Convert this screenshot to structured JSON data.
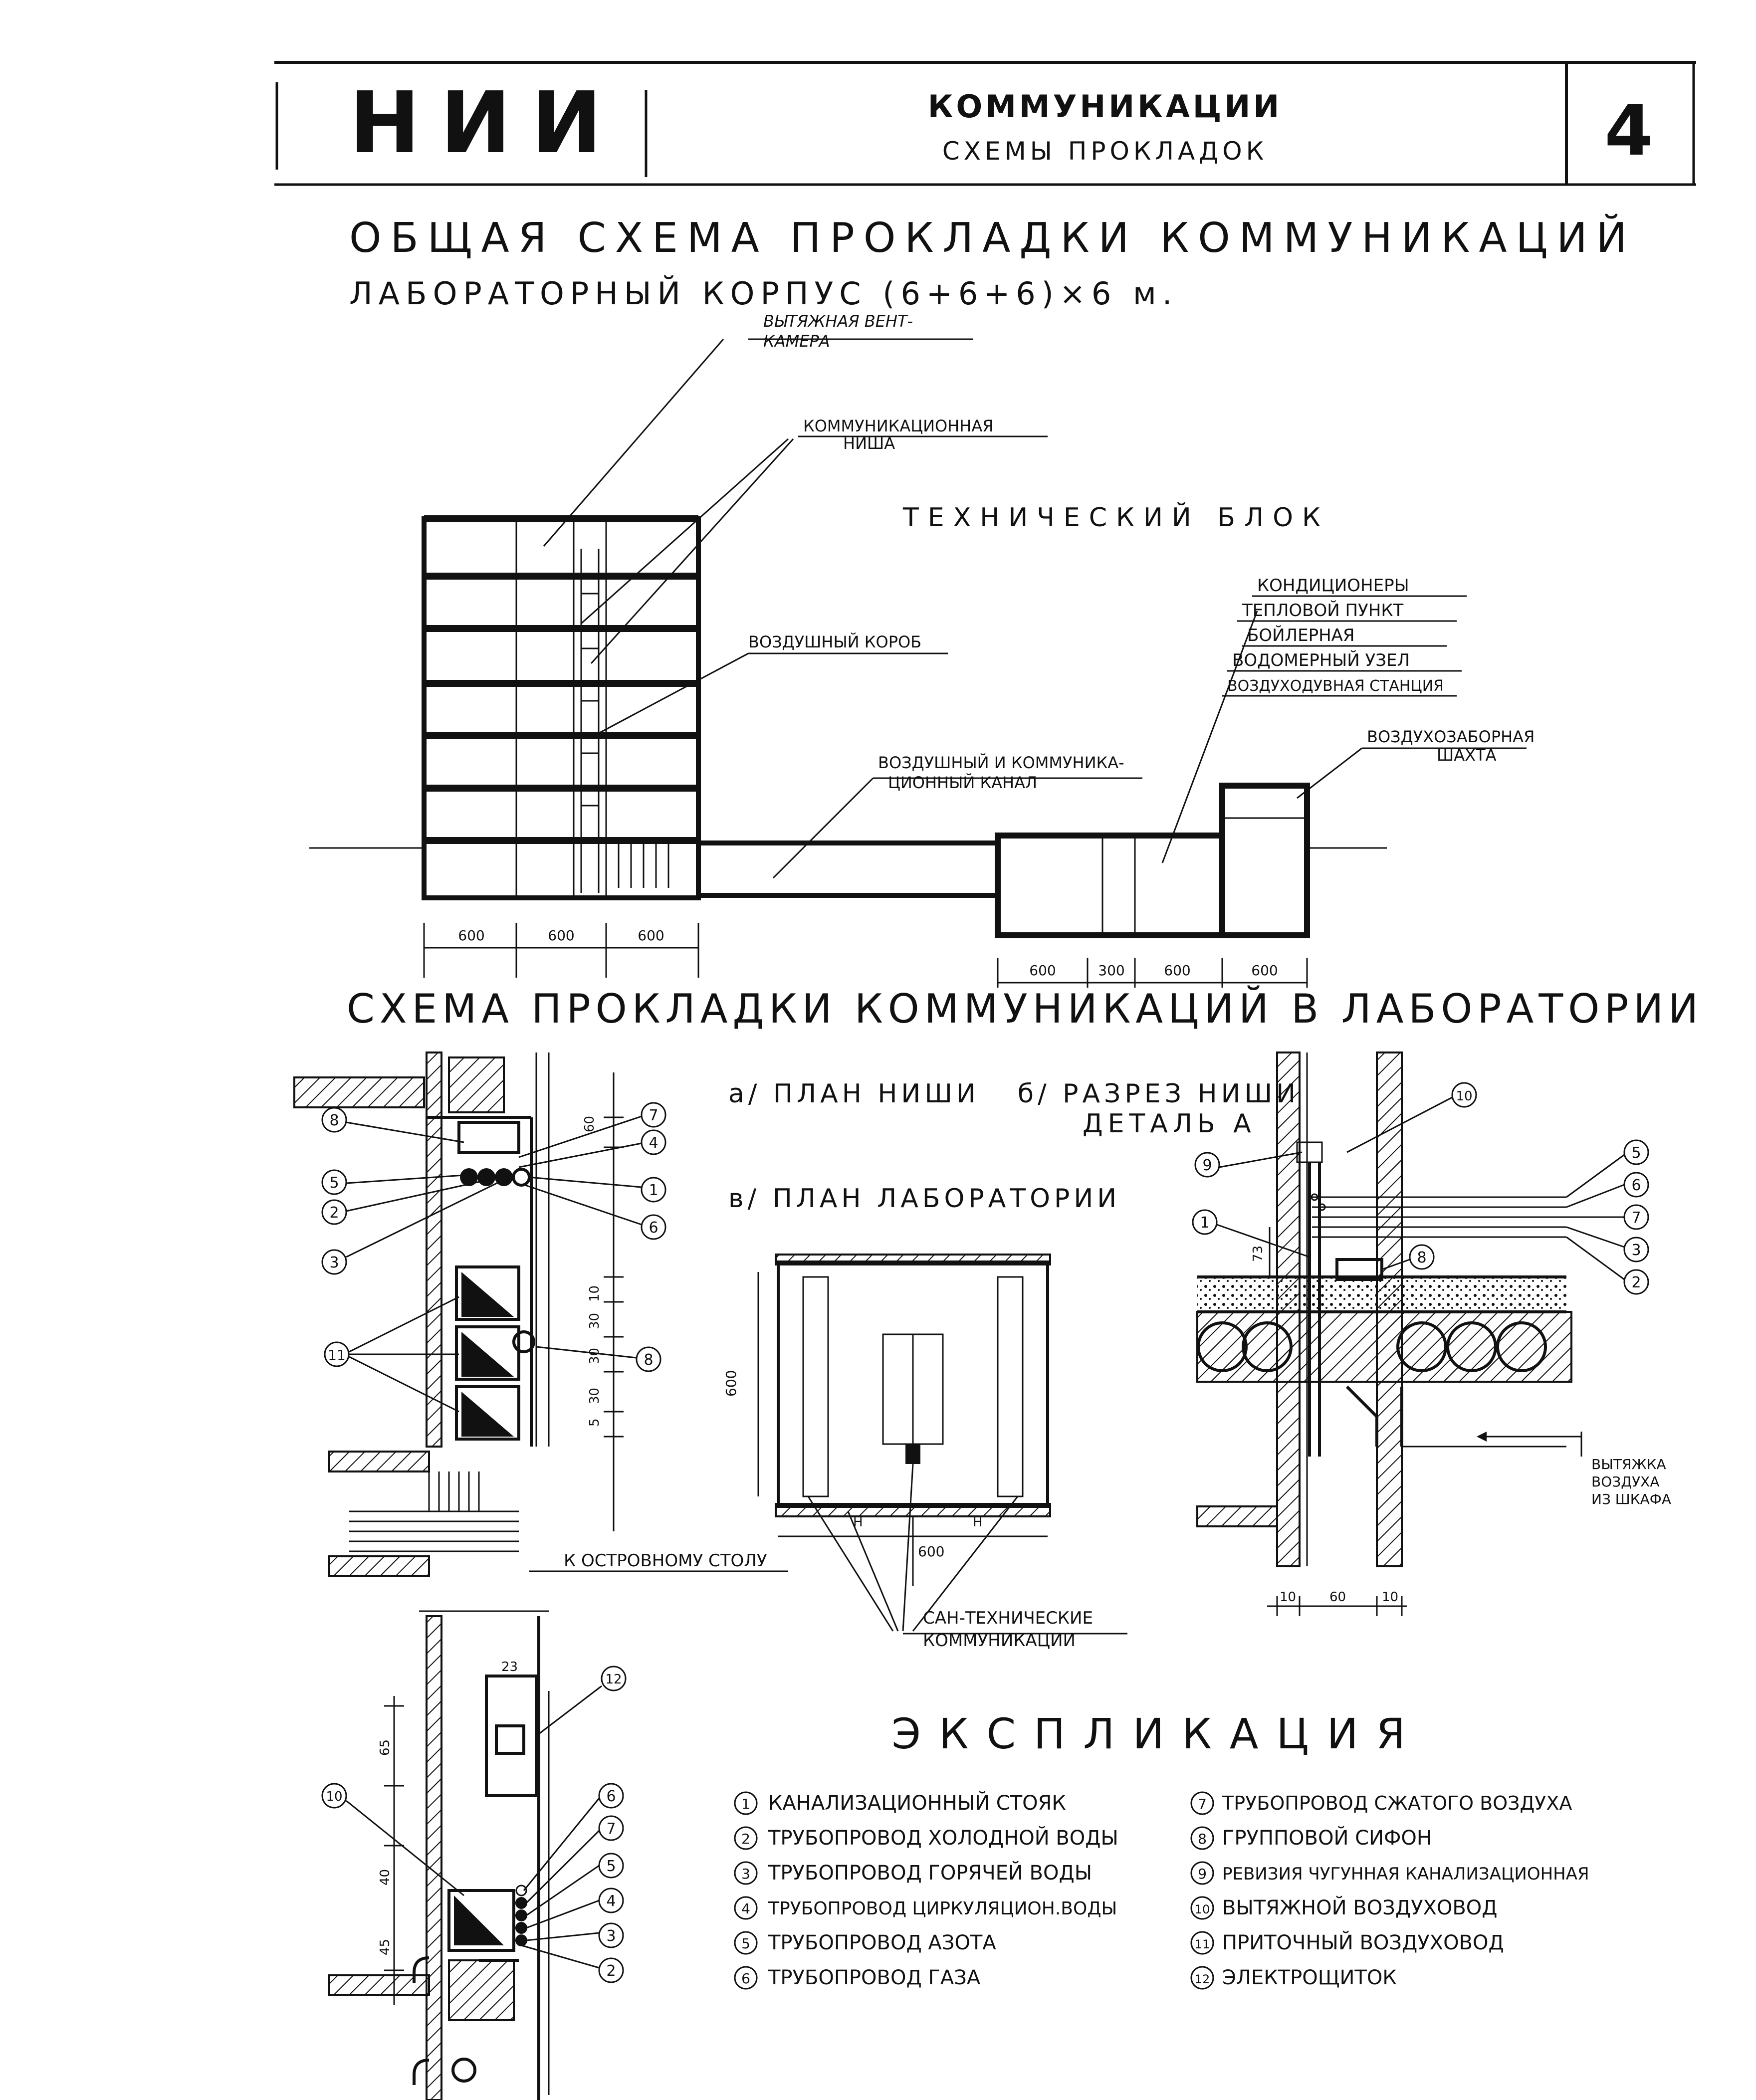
{
  "header": {
    "org": "НИИ",
    "title": "КОММУНИКАЦИИ",
    "subtitle": "СХЕМЫ ПРОКЛАДОК",
    "sheet_number": "4"
  },
  "section1": {
    "title": "ОБЩАЯ СХЕМА ПРОКЛАДКИ КОММУНИКАЦИЙ",
    "subtitle": "ЛАБОРАТОРНЫЙ КОРПУС (6+6+6)×6 м.",
    "tech_block": "ТЕХНИЧЕСКИЙ БЛОК",
    "labels": {
      "vent1": "ВЫТЯЖНАЯ ВЕНТ-",
      "vent2": "КАМЕРА",
      "niche1": "КОММУНИКАЦИОННАЯ",
      "niche2": "НИША",
      "duct": "ВОЗДУШНЫЙ КОРОБ",
      "channel1": "ВОЗДУШНЫЙ И КОММУНИКА-",
      "channel2": "ЦИОННЫЙ КАНАЛ",
      "intake1": "ВОЗДУХОЗАБОРНАЯ",
      "intake2": "ШАХТА"
    },
    "tech_items": [
      "КОНДИЦИОНЕРЫ",
      "ТЕПЛОВОЙ ПУНКТ",
      "БОЙЛЕРНАЯ",
      "ВОДОМЕРНЫЙ УЗЕЛ",
      "ВОЗДУХОДУВНАЯ СТАНЦИЯ"
    ],
    "dims_building": [
      "600",
      "600",
      "600"
    ],
    "dims_tech": [
      "600",
      "300",
      "600",
      "600"
    ]
  },
  "section2": {
    "title": "СХЕМА ПРОКЛАДКИ КОММУНИКАЦИЙ В ЛАБОРАТОРИИ",
    "view_a": "а/ ПЛАН НИШИ",
    "view_b1": "б/ РАЗРЕЗ НИШИ",
    "view_b2": "ДЕТАЛЬ А",
    "view_c": "в/ ПЛАН ЛАБОРАТОРИИ",
    "to_table": "К ОСТРОВНОМУ СТОЛУ",
    "san1": "САН-ТЕХНИЧЕСКИЕ",
    "san2": "КОММУНИКАЦИИ",
    "exhaust1": "ВЫТЯЖКА",
    "exhaust2": "ВОЗДУХА",
    "exhaust3": "ИЗ ШКАФА",
    "dims_niche": [
      "60",
      "10",
      "30",
      "30",
      "5",
      "30"
    ],
    "dims_lab": [
      "600",
      "600"
    ],
    "dims_lab_h": "Н",
    "dims_section": [
      "73",
      "10",
      "60",
      "10"
    ],
    "dims_lower": [
      "23",
      "65",
      "40",
      "45"
    ]
  },
  "explication": {
    "title": "ЭКСПЛИКАЦИЯ",
    "items": [
      {
        "n": "1",
        "text": "КАНАЛИЗАЦИОННЫЙ СТОЯК"
      },
      {
        "n": "2",
        "text": "ТРУБОПРОВОД ХОЛОДНОЙ ВОДЫ"
      },
      {
        "n": "3",
        "text": "ТРУБОПРОВОД ГОРЯЧЕЙ ВОДЫ"
      },
      {
        "n": "4",
        "text": "ТРУБОПРОВОД ЦИРКУЛЯЦИОН.ВОДЫ"
      },
      {
        "n": "5",
        "text": "ТРУБОПРОВОД АЗОТА"
      },
      {
        "n": "6",
        "text": "ТРУБОПРОВОД ГАЗА"
      },
      {
        "n": "7",
        "text": "ТРУБОПРОВОД СЖАТОГО ВОЗДУХА"
      },
      {
        "n": "8",
        "text": "ГРУППОВОЙ СИФОН"
      },
      {
        "n": "9",
        "text": "РЕВИЗИЯ ЧУГУННАЯ КАНАЛИЗАЦИОННАЯ"
      },
      {
        "n": "10",
        "text": "ВЫТЯЖНОЙ ВОЗДУХОВОД"
      },
      {
        "n": "11",
        "text": "ПРИТОЧНЫЙ ВОЗДУХОВОД"
      },
      {
        "n": "12",
        "text": "ЭЛЕКТРОЩИТОК"
      }
    ]
  }
}
